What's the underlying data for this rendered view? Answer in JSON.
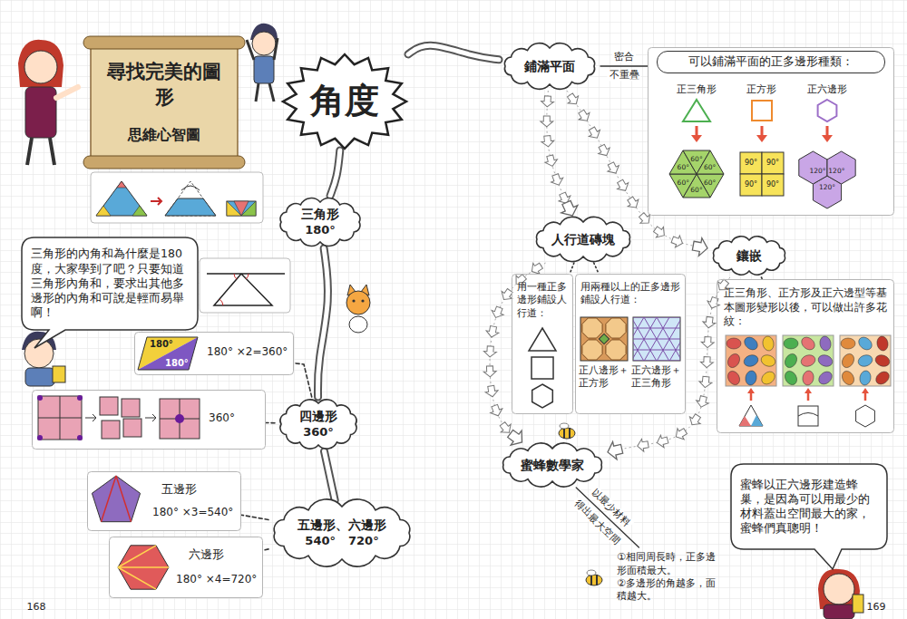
{
  "diagram": {
    "nodes": [
      {
        "text": [
          "尋找完美的圖形",
          "思維心智圖"
        ]
      },
      {
        "text": [
          "角度"
        ]
      },
      {
        "text": [
          "三角形",
          "180°"
        ]
      },
      {
        "text": [
          "三角形的內角和為什麼是180度，大家學到了吧？只要知道三角形內角和，要求出其他多邊形的內角和可說是輕而易舉啊！"
        ]
      },
      {
        "text": [
          "180°",
          "180°",
          "180° ×2=360°"
        ]
      },
      {
        "text": [
          "360°"
        ]
      },
      {
        "text": [
          "四邊形",
          "360°"
        ]
      },
      {
        "text": [
          "五邊形、六邊形",
          "540°",
          "720°"
        ]
      },
      {
        "text": [
          "五邊形",
          "180° ×3=540°"
        ]
      },
      {
        "text": [
          "六邊形",
          "180° ×4=720°"
        ]
      },
      {
        "text": [
          "鋪滿平面"
        ]
      },
      {
        "text": [
          "可以鋪滿平面的正多邊形種類：",
          "正三角形",
          "正方形",
          "正六邊形"
        ]
      },
      {
        "text": [
          "人行道磚塊"
        ]
      },
      {
        "text": [
          "用一種正多邊形鋪設人行道："
        ]
      },
      {
        "text": [
          "用兩種以上的正多邊形鋪設人行道：",
          "正八邊形＋正方形",
          "正六邊形＋正三角形"
        ]
      },
      {
        "text": [
          "鑲嵌"
        ]
      },
      {
        "text": [
          "正三角形、正方形及正六邊型等基本圖形變形以後，可以做出許多花紋："
        ]
      },
      {
        "text": [
          "蜜蜂數學家"
        ]
      },
      {
        "text": [
          "①相同周長時，正多邊形面積最大。",
          "②多邊形的角越多，面積越大。"
        ]
      },
      {
        "text": [
          "蜜蜂以正六邊形建造蜂巢，是因為可以用最少的材料蓋出空間最大的家，蜜蜂們真聰明！"
        ]
      }
    ],
    "edges": [
      {
        "from": 1,
        "to": 2,
        "arrow": "none"
      },
      {
        "from": 2,
        "to": 6,
        "arrow": "none"
      },
      {
        "from": 6,
        "to": 7,
        "arrow": "none"
      },
      {
        "from": 1,
        "to": 10,
        "arrow": "none"
      },
      {
        "from": 6,
        "to": 4,
        "arrow": "none"
      },
      {
        "from": 6,
        "to": 5,
        "arrow": "none"
      },
      {
        "from": 7,
        "to": 8,
        "arrow": "none"
      },
      {
        "from": 7,
        "to": 9,
        "arrow": "none"
      },
      {
        "from": 10,
        "to": 11,
        "label": "密合",
        "arrow": "none"
      },
      {
        "from": 10,
        "to": 12,
        "arrow": "to"
      },
      {
        "from": 10,
        "to": 15,
        "arrow": "to"
      },
      {
        "from": 12,
        "to": 13,
        "arrow": "none"
      },
      {
        "from": 12,
        "to": 14,
        "arrow": "none"
      },
      {
        "from": 15,
        "to": 16,
        "arrow": "none"
      },
      {
        "from": 12,
        "to": 17,
        "arrow": "to"
      },
      {
        "from": 15,
        "to": 17,
        "arrow": "to"
      },
      {
        "from": 17,
        "to": 18,
        "label": "以最少材料",
        "arrow": "none"
      }
    ],
    "labels": [
      "不重疊",
      "得出最大空間",
      "60°",
      "60°",
      "60°",
      "60°",
      "60°",
      "60°",
      "90°",
      "90°",
      "90°",
      "90°",
      "120°",
      "120°",
      "120°",
      "168",
      "169"
    ]
  }
}
